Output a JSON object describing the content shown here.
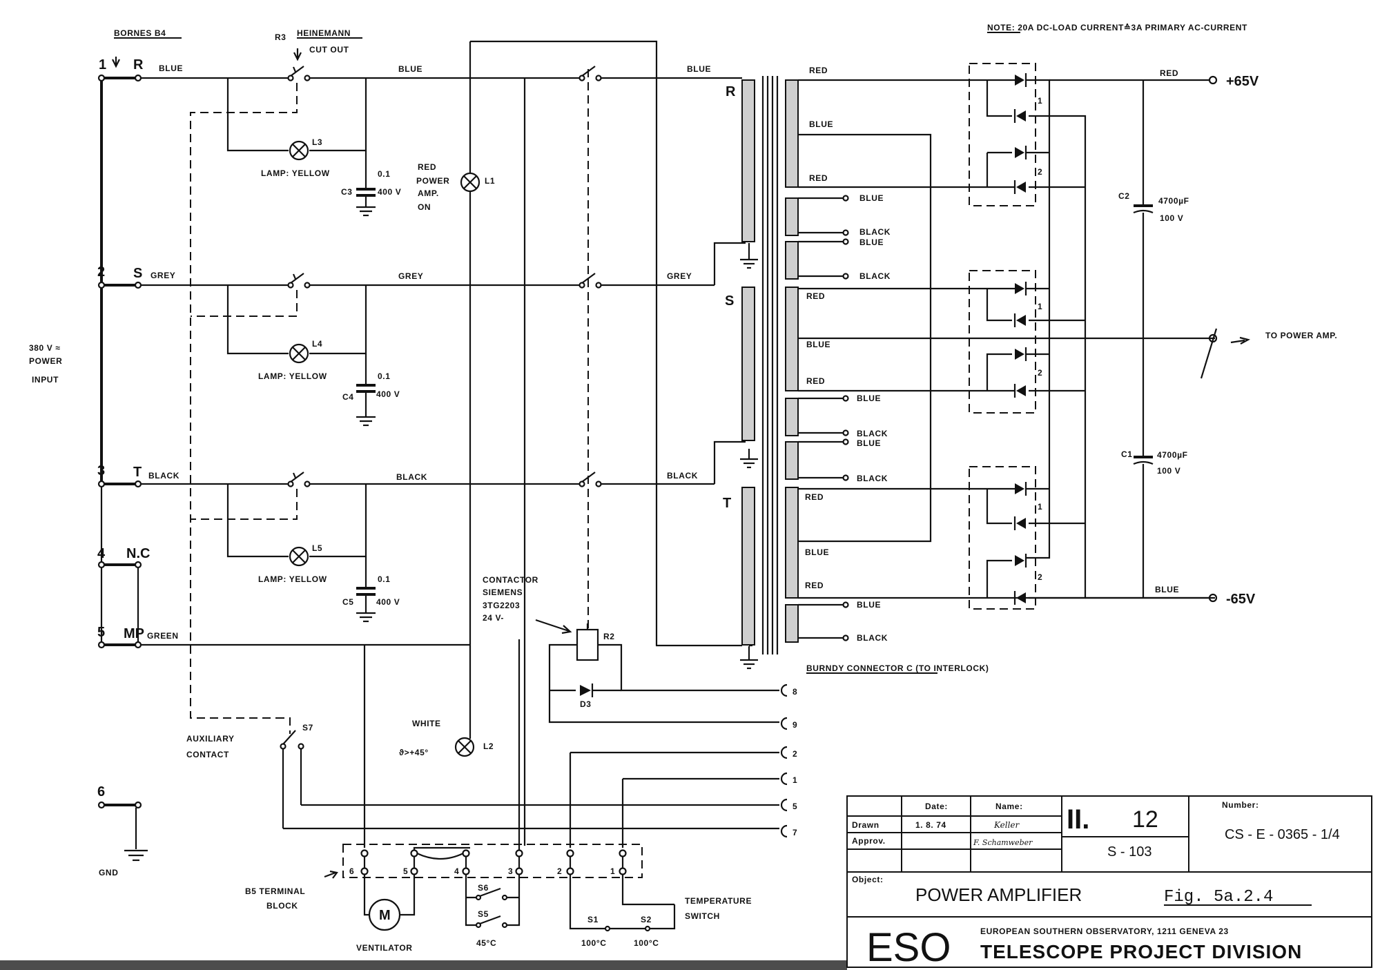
{
  "note": "NOTE: 20A DC-LOAD CURRENT≙3A PRIMARY AC-CURRENT",
  "bornes": "BORNES B4",
  "input": {
    "label_lines": [
      "380 V ≈",
      "POWER",
      "INPUT"
    ],
    "terminals": [
      {
        "num": "1",
        "phase": "R",
        "wire": "BLUE"
      },
      {
        "num": "2",
        "phase": "S",
        "wire": "GREY"
      },
      {
        "num": "3",
        "phase": "T",
        "wire": "BLACK"
      },
      {
        "num": "4",
        "phase": "N.C"
      },
      {
        "num": "5",
        "phase": "MP",
        "wire": "GREEN"
      },
      {
        "num": "6"
      }
    ],
    "gnd": "GND"
  },
  "breaker": {
    "ref": "R3",
    "line1": "HEINEMANN",
    "line2": "CUT OUT"
  },
  "line_wires": [
    "BLUE",
    "GREY",
    "BLACK"
  ],
  "lamps": [
    {
      "ref": "L3",
      "label": "LAMP: YELLOW"
    },
    {
      "ref": "L4",
      "label": "LAMP: YELLOW"
    },
    {
      "ref": "L5",
      "label": "LAMP: YELLOW"
    }
  ],
  "caps_rc": [
    {
      "ref": "C3",
      "value": "0.1",
      "voltage": "400 V"
    },
    {
      "ref": "C4",
      "value": "0.1",
      "voltage": "400 V"
    },
    {
      "ref": "C5",
      "value": "0.1",
      "voltage": "400 V"
    }
  ],
  "lamp_l1": {
    "ref": "L1",
    "lines": [
      "RED",
      "POWER",
      "AMP.",
      "ON"
    ]
  },
  "lamp_l2": {
    "ref": "L2",
    "color": "WHITE",
    "condition": "ϑ>+45°"
  },
  "contactor": {
    "lines": [
      "CONTACTOR",
      "SIEMENS",
      "3TG2203",
      "24 V-"
    ],
    "coil": "R2",
    "diode": "D3"
  },
  "aux": {
    "ref": "S7",
    "lines": [
      "AUXILIARY",
      "CONTACT"
    ]
  },
  "transformer": {
    "primary_phases": [
      "R",
      "S",
      "T"
    ],
    "primary_wires": [
      "BLUE",
      "GREY",
      "BLACK"
    ],
    "sec_inner": {
      "R": [
        "RED",
        "BLUE",
        "RED"
      ],
      "S": [
        "RED",
        "BLUE",
        "RED"
      ],
      "T": [
        "RED",
        "BLUE",
        "RED"
      ]
    },
    "sec_terms": [
      [
        "BLUE",
        "BLACK",
        "BLUE",
        "BLACK"
      ],
      [
        "BLUE",
        "BLACK",
        "BLUE",
        "BLACK"
      ],
      [
        "BLUE",
        "BLACK"
      ]
    ]
  },
  "rectifier": {
    "bridge_labels": [
      "1",
      "2"
    ]
  },
  "output": {
    "plus_wire": "RED",
    "plus": "+65V",
    "minus_wire": "BLUE",
    "minus": "-65V",
    "to_amp": "TO POWER AMP.",
    "caps": [
      {
        "ref": "C2",
        "value": "4700µF",
        "voltage": "100 V"
      },
      {
        "ref": "C1",
        "value": "4700µF",
        "voltage": "100 V"
      }
    ]
  },
  "burndy": "BURNDY CONNECTOR C (TO INTERLOCK)",
  "connector_pins": [
    "8",
    "9",
    "2",
    "1",
    "5",
    "7"
  ],
  "terminal_block": {
    "ref": "B5",
    "line1": "B5 TERMINAL",
    "line2": "BLOCK",
    "pins": [
      "6",
      "5",
      "4",
      "3",
      "2",
      "1"
    ]
  },
  "ventilator": {
    "symbol": "M",
    "label": "VENTILATOR"
  },
  "switches": [
    {
      "ref": "S6"
    },
    {
      "ref": "S5",
      "temp": "45°C"
    },
    {
      "ref": "S1",
      "temp": "100°C"
    },
    {
      "ref": "S2",
      "temp": "100°C"
    }
  ],
  "temp_switch": {
    "line1": "TEMPERATURE",
    "line2": "SWITCH"
  },
  "title_block": {
    "date_header": "Date:",
    "name_header": "Name:",
    "drawn_label": "Drawn",
    "approv_label": "Approv.",
    "drawn_date": "1. 8. 74",
    "drawn_name": "Keller",
    "approv_name": "F. Schamweber",
    "section": "II.",
    "sheet": "12",
    "code": "S - 103",
    "number_label": "Number:",
    "number": "CS - E - 0365 - 1/4",
    "object_label": "Object:",
    "object": "POWER AMPLIFIER",
    "figure": "Fig. 5a.2.4",
    "org_logo": "ESO",
    "org_line1": "EUROPEAN SOUTHERN OBSERVATORY, 1211 GENEVA 23",
    "org_line2": "TELESCOPE PROJECT DIVISION"
  }
}
